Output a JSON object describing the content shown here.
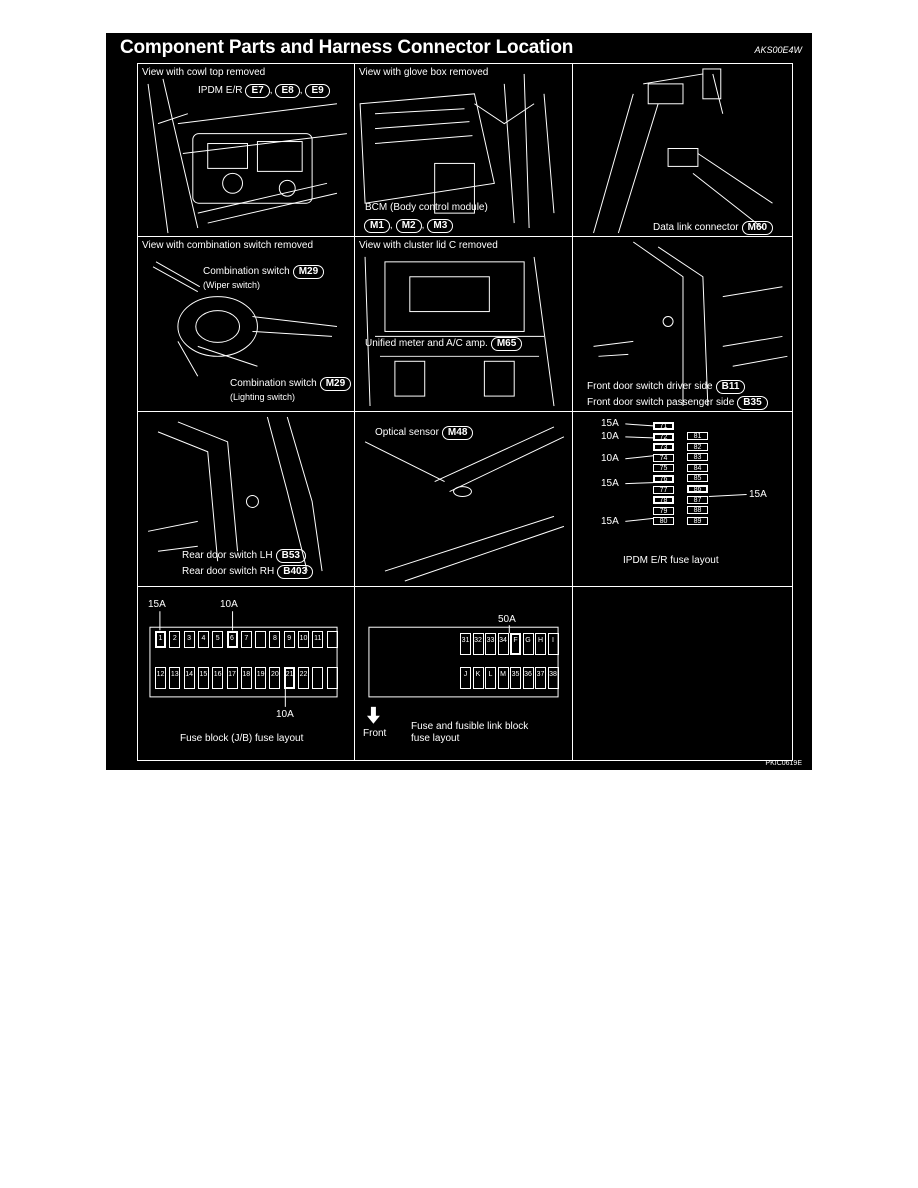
{
  "title": "Component Parts and Harness Connector Location",
  "code": "AKS00E4W",
  "figure_id": "PKIC0619E",
  "cells": {
    "cowl": {
      "caption": "View with cowl top removed",
      "label": "IPDM E/R",
      "connectors": [
        "E7",
        "E8",
        "E9"
      ],
      "sep": ","
    },
    "glove": {
      "caption": "View with glove box removed",
      "label": "BCM (Body control module)",
      "connectors": [
        "M1",
        "M2",
        "M3"
      ]
    },
    "dlc": {
      "label": "Data link connector",
      "connector": "M60"
    },
    "combo": {
      "caption": "View with combination switch removed",
      "label1": "Combination switch",
      "sub1": "(Wiper switch)",
      "conn1": "M29",
      "label2": "Combination switch",
      "sub2": "(Lighting switch)",
      "conn2": "M29"
    },
    "cluster": {
      "caption": "View with cluster lid C removed",
      "label": "Unified meter and A/C amp.",
      "connector": "M65"
    },
    "frontdoor": {
      "label1": "Front door switch driver side",
      "conn1": "B11",
      "label2": "Front door switch passenger side",
      "conn2": "B35"
    },
    "reardoor": {
      "label1": "Rear door switch LH",
      "conn1": "B53",
      "label2": "Rear door switch RH",
      "conn2": "B403"
    },
    "optical": {
      "label": "Optical sensor",
      "connector": "M48"
    },
    "ipdm": {
      "caption": "IPDM E/R fuse layout",
      "left_fuses": [
        "71",
        "72",
        "73",
        "74",
        "75",
        "76",
        "77",
        "78",
        "79",
        "80"
      ],
      "right_fuses": [
        "81",
        "82",
        "83",
        "84",
        "85",
        "86",
        "87",
        "88",
        "89"
      ],
      "amps": [
        "15A",
        "10A",
        "10A",
        "15A",
        "15A",
        "15A"
      ]
    },
    "jb": {
      "caption": "Fuse block (J/B) fuse layout",
      "top_fuses": [
        "1",
        "2",
        "3",
        "4",
        "5",
        "6",
        "7",
        "",
        "8",
        "9",
        "10",
        "11",
        ""
      ],
      "bottom_fuses": [
        "12",
        "13",
        "14",
        "15",
        "16",
        "17",
        "18",
        "19",
        "20",
        "21",
        "22",
        "",
        ""
      ],
      "amp_top_left": "15A",
      "amp_top_mid": "10A",
      "amp_bottom": "10A"
    },
    "link": {
      "caption1": "Fuse and fusible link block",
      "caption2": "fuse layout",
      "front": "Front",
      "amp": "50A",
      "top_fuses": [
        "31",
        "32",
        "33",
        "34",
        "F",
        "G",
        "H",
        "I"
      ],
      "bottom_fuses": [
        "J",
        "K",
        "L",
        "M",
        "35",
        "36",
        "37",
        "38"
      ]
    }
  }
}
